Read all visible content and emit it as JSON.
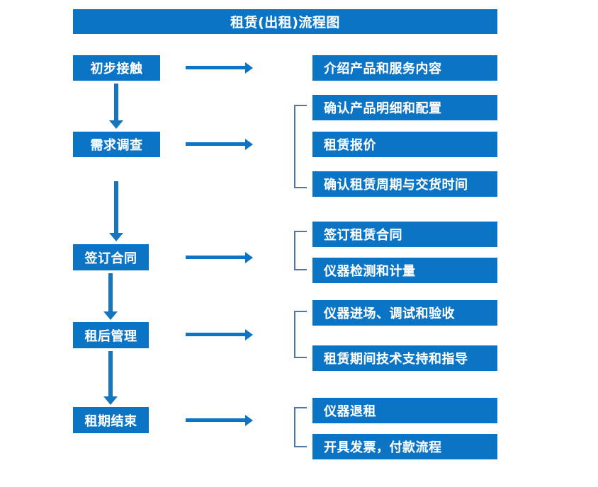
{
  "diagram": {
    "title": "租赁(出租)流程图",
    "colors": {
      "box_fill": "#0b74c4",
      "box_text": "#ffffff",
      "arrow": "#0b74c4",
      "vertical_arrow": "#1676bd",
      "bracket": "#4a78ab",
      "background": "#ffffff"
    },
    "stages": [
      {
        "label": "初步接触"
      },
      {
        "label": "需求调查"
      },
      {
        "label": "签订合同"
      },
      {
        "label": "租后管理"
      },
      {
        "label": "租期结束"
      }
    ],
    "details": [
      {
        "label": "介绍产品和服务内容"
      },
      {
        "label": "确认产品明细和配置"
      },
      {
        "label": "租赁报价"
      },
      {
        "label": "确认租赁周期与交货时间"
      },
      {
        "label": "签订租赁合同"
      },
      {
        "label": "仪器检测和计量"
      },
      {
        "label": "仪器进场、调试和验收"
      },
      {
        "label": "租赁期间技术支持和指导"
      },
      {
        "label": "仪器退租"
      },
      {
        "label": "开具发票，付款流程"
      }
    ],
    "flow_arrows": {
      "horizontal_count": 5,
      "vertical_count": 4,
      "bracket_count": 4
    }
  }
}
